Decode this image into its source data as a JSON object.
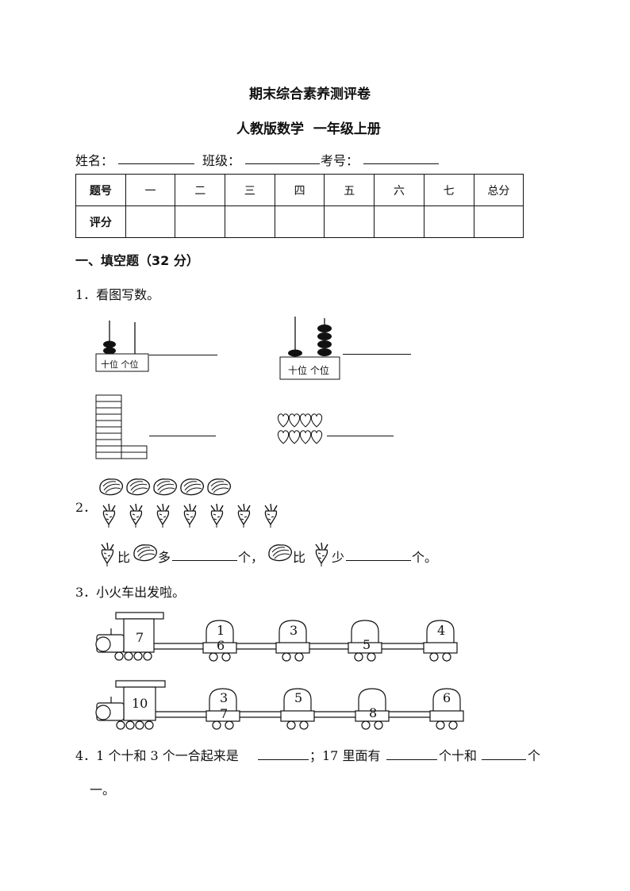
{
  "header": {
    "title": "期末综合素养测评卷",
    "subtitle": "人教版数学  一年级上册"
  },
  "student_info": {
    "name_label": "姓名：",
    "class_label": "班级：",
    "exam_no_label": "考号："
  },
  "score_table": {
    "row_headers": [
      "题号",
      "评分"
    ],
    "columns": [
      "一",
      "二",
      "三",
      "四",
      "五",
      "六",
      "七",
      "总分"
    ]
  },
  "section1": {
    "heading": "一、填空题（32 分）",
    "q1": {
      "text": "1．看图写数。",
      "abacus_label_1": "十位 个位",
      "abacus_label_2": "十位 个位"
    },
    "q2": {
      "number": "2．",
      "sentence_p1": "比",
      "sentence_p2": "多",
      "sentence_p3": "个，",
      "sentence_p4": "比",
      "sentence_p5": "少",
      "sentence_p6": "个。"
    },
    "q3": {
      "text": "3．小火车出发啦。",
      "train1": {
        "engine": "7",
        "cars": [
          [
            "1",
            "6"
          ],
          [
            "3",
            ""
          ],
          [
            "",
            "5"
          ],
          [
            "4",
            ""
          ]
        ]
      },
      "train2": {
        "engine": "10",
        "cars": [
          [
            "3",
            "7"
          ],
          [
            "5",
            ""
          ],
          [
            "",
            "8"
          ],
          [
            "6",
            ""
          ]
        ]
      }
    },
    "q4": {
      "text_a": "4．1 个十和 3 个一合起来是",
      "text_b": "；17 里面有",
      "text_c": "个十和",
      "text_d": "个",
      "text_e": "一。"
    }
  }
}
